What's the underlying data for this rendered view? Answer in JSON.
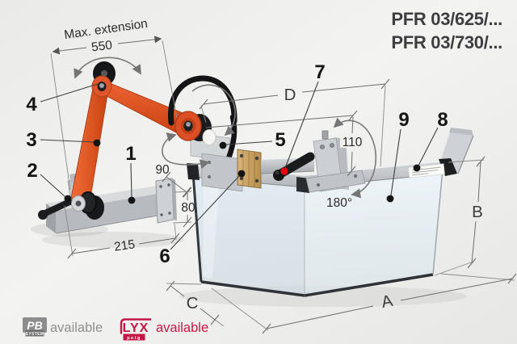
{
  "title": {
    "line1": "PFR 03/625/...",
    "line2": "PFR 03/730/..."
  },
  "dimensions": {
    "max_extension": "Max. extension",
    "d550": "550",
    "d90": "90",
    "d80": "80",
    "d215": "215",
    "d110": "110",
    "d180": "180°",
    "A": "A",
    "B": "B",
    "C": "C",
    "D": "D"
  },
  "callouts": [
    {
      "label": "1"
    },
    {
      "label": "2"
    },
    {
      "label": "3"
    },
    {
      "label": "4"
    },
    {
      "label": "5"
    },
    {
      "label": "6"
    },
    {
      "label": "7"
    },
    {
      "label": "8"
    },
    {
      "label": "9"
    }
  ],
  "footer": {
    "pb": {
      "name": "PB",
      "system": "SYSTEM",
      "available": "available"
    },
    "lyx": {
      "name": "LYX",
      "material": "petg",
      "available": "available"
    }
  },
  "colors": {
    "accent_orange": "#dd4f26",
    "logo_red": "#c51745",
    "logo_gray": "#8d8d8d",
    "dimension_line": "#6e6e6e",
    "callout_text": "#161616",
    "title_text": "#3e3e40"
  }
}
